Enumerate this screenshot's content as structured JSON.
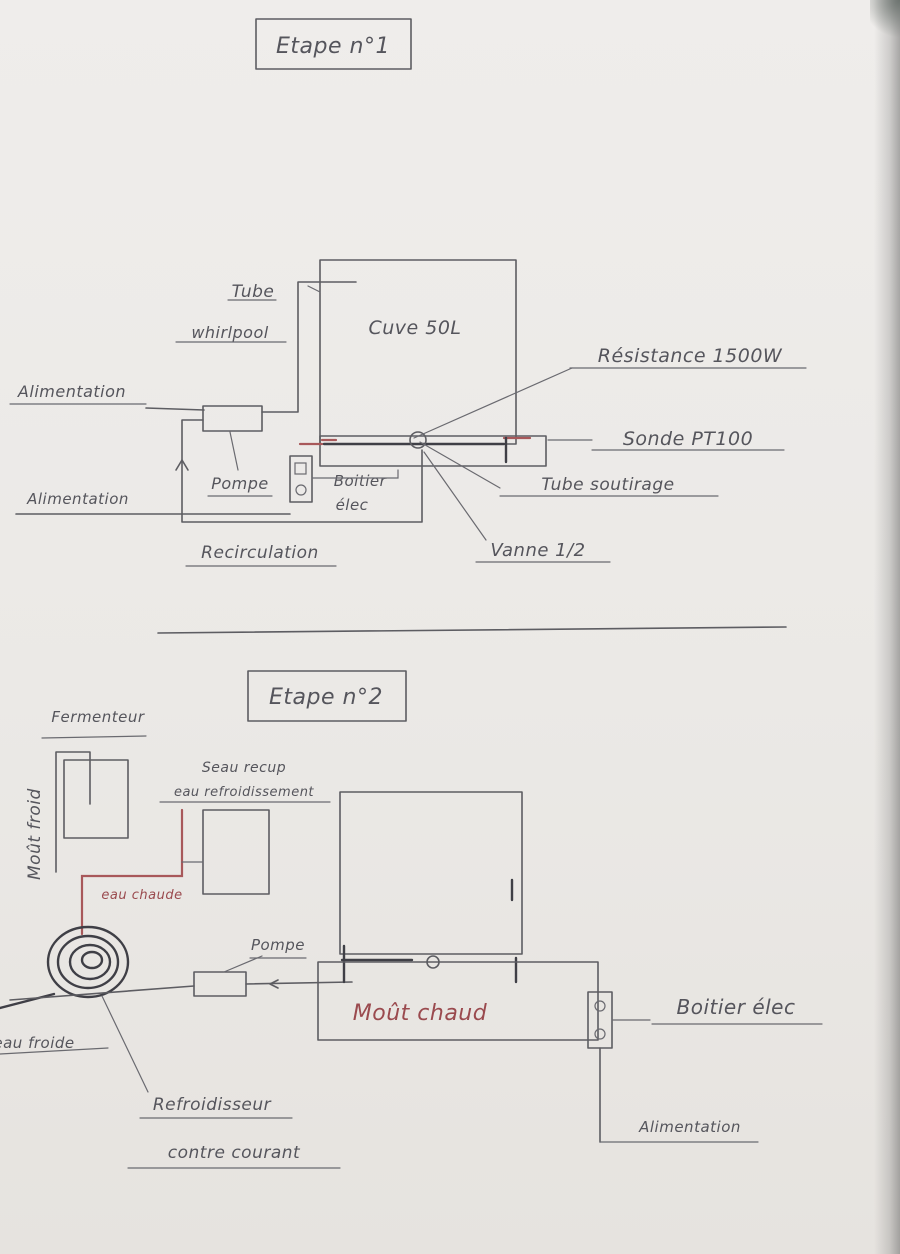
{
  "stage1": {
    "title": "Etape n°1",
    "labels": {
      "tube_whirlpool_line1": "Tube",
      "tube_whirlpool_line2": "whirlpool",
      "cuve": "Cuve 50L",
      "alimentation_top": "Alimentation",
      "resistance": "Résistance 1500W",
      "sonde": "Sonde PT100",
      "pompe": "Pompe",
      "boitier_line1": "Boitier",
      "boitier_line2": "élec",
      "tube_soutirage": "Tube soutirage",
      "alimentation_bottom": "Alimentation",
      "recirculation": "Recirculation",
      "vanne": "Vanne 1/2"
    }
  },
  "stage2": {
    "title": "Etape n°2",
    "labels": {
      "fermenteur": "Fermenteur",
      "mout_froid": "Moût froid",
      "seau_line1": "Seau recup",
      "seau_line2": "eau refroidissement",
      "eau_chaude": "eau chaude",
      "pompe": "Pompe",
      "mout_chaud": "Moût chaud",
      "boitier": "Boitier élec",
      "eau_froide": "eau froide",
      "refroidisseur_line1": "Refroidisseur",
      "refroidisseur_line2": "contre courant",
      "alimentation": "Alimentation"
    }
  }
}
